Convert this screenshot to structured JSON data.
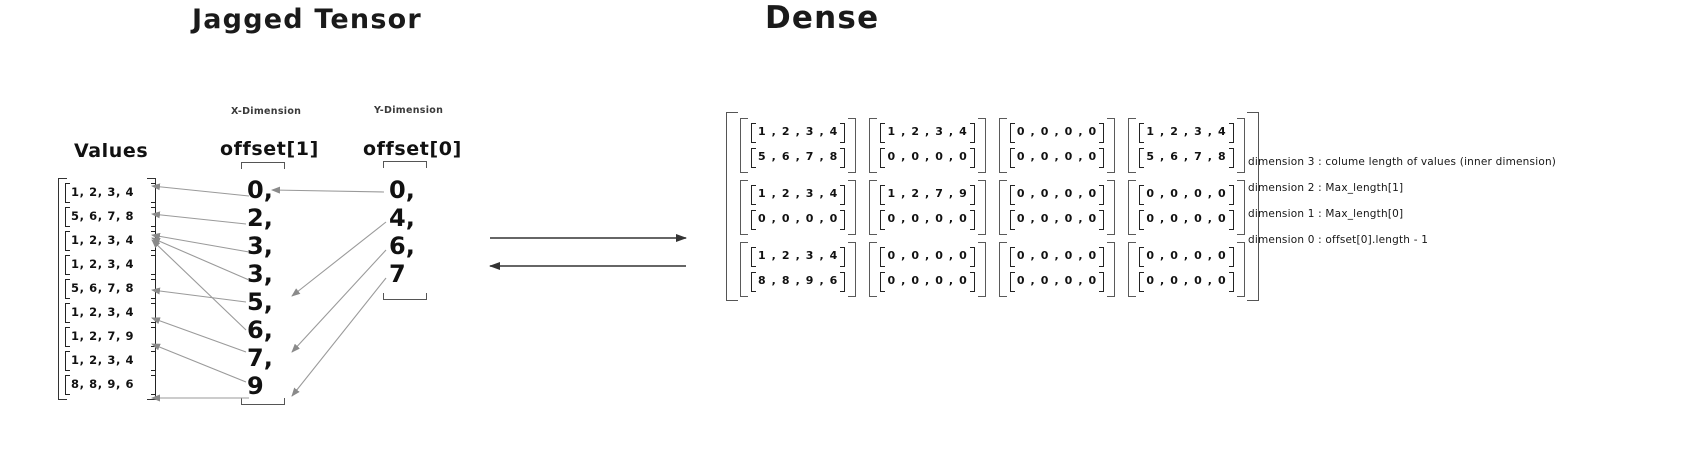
{
  "titles": {
    "jagged": "Jagged Tensor",
    "dense": "Dense"
  },
  "columns": {
    "values_heading": "Values",
    "x_caption": "X-Dimension",
    "y_caption": "Y-Dimension",
    "offset1_heading": "offset[1]",
    "offset0_heading": "offset[0]"
  },
  "values": [
    "1, 2, 3, 4",
    "5, 6, 7, 8",
    "1, 2, 3, 4",
    "1, 2, 3, 4",
    "5, 6, 7, 8",
    "1, 2, 3, 4",
    "1, 2, 7, 9",
    "1, 2, 3, 4",
    "8, 8, 9, 6"
  ],
  "offset1": [
    "0,",
    "2,",
    "3,",
    "3,",
    "5,",
    "6,",
    "7,",
    "9"
  ],
  "offset0": [
    "0,",
    "4,",
    "6,",
    "7"
  ],
  "dense": {
    "rows": [
      {
        "blocks": [
          {
            "lines": [
              "1 , 2 , 3 , 4",
              "5 , 6 , 7 , 8"
            ]
          },
          {
            "lines": [
              "1 , 2 , 3 , 4",
              "0 , 0 , 0 , 0"
            ]
          },
          {
            "lines": [
              "0 , 0 , 0 , 0",
              "0 , 0 , 0 , 0"
            ]
          },
          {
            "lines": [
              "1 , 2 , 3 , 4",
              "5 , 6 , 7 , 8"
            ]
          }
        ]
      },
      {
        "blocks": [
          {
            "lines": [
              "1 , 2 , 3 , 4",
              "0 , 0 , 0 , 0"
            ]
          },
          {
            "lines": [
              "1 , 2 , 7 , 9",
              "0 , 0 , 0 , 0"
            ]
          },
          {
            "lines": [
              "0 , 0 , 0 , 0",
              "0 , 0 , 0 , 0"
            ]
          },
          {
            "lines": [
              "0 , 0 , 0 , 0",
              "0 , 0 , 0 , 0"
            ]
          }
        ]
      },
      {
        "blocks": [
          {
            "lines": [
              "1 , 2 , 3 , 4",
              "8 , 8 , 9 , 6"
            ]
          },
          {
            "lines": [
              "0 , 0 , 0 , 0",
              "0 , 0 , 0 , 0"
            ]
          },
          {
            "lines": [
              "0 , 0 , 0 , 0",
              "0 , 0 , 0 , 0"
            ]
          },
          {
            "lines": [
              "0 , 0 , 0 , 0",
              "0 , 0 , 0 , 0"
            ]
          }
        ]
      }
    ]
  },
  "legend": [
    "dimension 3 : colume length of values (inner dimension)",
    "dimension 2 : Max_length[1]",
    "dimension 1  : Max_length[0]",
    "dimension 0 : offset[0].length - 1"
  ],
  "arrows": {
    "right_label": "",
    "left_label": ""
  },
  "colors": {
    "ink": "#111111",
    "line": "#8a8a8a",
    "bracket": "#555555"
  }
}
